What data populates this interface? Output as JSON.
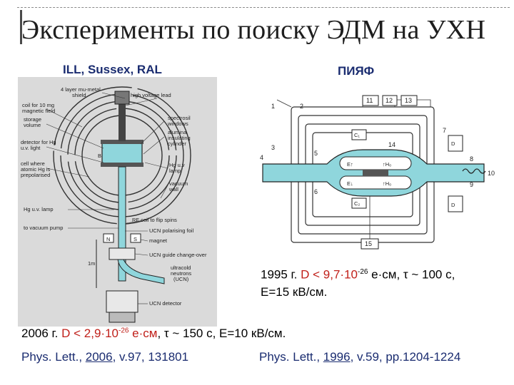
{
  "title": "Эксперименты по поиску ЭДМ на УХН",
  "left_figure": {
    "label": "ILL, Sussex, RAL",
    "annotations": {
      "layer_shield": "4 layer mu-metal",
      "layer_shield2": "shield",
      "hv_lead": "high voltage lead",
      "coil": "coil for 10 mg",
      "coil2": "magnetic field",
      "storage": "storage",
      "storage2": "volume",
      "spectrosil": "spectrosil",
      "spectrosil2": "windows",
      "alumina": "alumina",
      "alumina2": "insulating",
      "alumina3": "cylinder",
      "detector": "detector for Hg",
      "detector2": "u.v. light",
      "cell": "cell where",
      "cell2": "atomic Hg is",
      "cell3": "prepolarised",
      "hg_lamp": "Hg u.v",
      "hg_lamp2": "lamp",
      "vacuum_wall": "vacuum",
      "vacuum_wall2": "wall",
      "hg_uv_lamp": "Hg u.v. lamp",
      "rf_coil": "RF coil to flip spins",
      "vacuum_pump": "to vacuum pump",
      "ucn_foil": "UCN polarising foil",
      "magnet": "magnet",
      "n_mark": "N",
      "s_mark": "S",
      "guide": "UCN guide change-over",
      "scale": "1m",
      "ultracold": "ultracold",
      "ultracold2": "neutrons",
      "ultracold3": "(UCN)",
      "ucn_detector": "UCN detector",
      "e_mark": "B"
    }
  },
  "right_figure": {
    "label": "ПИЯФ",
    "numbers": [
      "1",
      "2",
      "3",
      "4",
      "5",
      "6",
      "7",
      "8",
      "9",
      "10",
      "11",
      "12",
      "13",
      "14",
      "15"
    ],
    "marks": {
      "e1": "E↑",
      "e2": "E↓",
      "h1": "↑H₀",
      "h2": "↑H₀",
      "c1": "C₁",
      "c2": "C₂",
      "d1": "D",
      "d2": "D"
    }
  },
  "results": {
    "r1995": {
      "year": "1995 г.",
      "d_part": "D < 9,7·10",
      "d_exp": "-26",
      "unit": " e·см, ",
      "tau": "τ ~ 100 с,",
      "line2": "E=15 кВ/см."
    },
    "r2006": {
      "year": "2006 г.",
      "d_part": "D < 2,9·10",
      "d_exp": "-26",
      "unit": " e·см",
      "rest": ", τ ~ 150 с, E=10 кВ/см."
    }
  },
  "references": {
    "left": {
      "prefix": "Phys. Lett., ",
      "year": "2006",
      "suffix": ", v.97,  131801"
    },
    "right": {
      "prefix": "Phys. Lett., ",
      "year": "1996",
      "suffix": ", v.59, pp.1204-1224"
    }
  },
  "colors": {
    "title": "#1e1e1e",
    "label": "#1a2c70",
    "highlight": "#c0201a",
    "fluid": "#8fd6dc"
  }
}
